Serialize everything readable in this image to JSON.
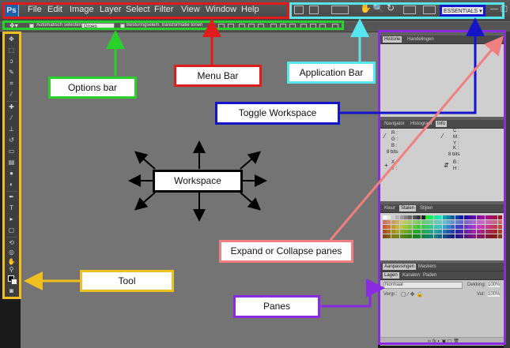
{
  "app": {
    "logo": "Ps"
  },
  "menu": [
    "File",
    "Edit",
    "Image",
    "Layer",
    "Select",
    "Filter",
    "View",
    "Window",
    "Help"
  ],
  "app_bar": {
    "workspace_switcher": "ESSENTIALS ▾"
  },
  "options_bar": {
    "auto_select_label": "Automatisch selecteren:",
    "auto_select_value": "Groep",
    "transform_controls_label": "Besturingselem. transformatie tonen"
  },
  "panes": {
    "group1_tabs": [
      "Historie",
      "Handelingen"
    ],
    "group2_tabs": [
      "Navigator",
      "Histogram",
      "Info"
    ],
    "info_left": [
      "R :",
      "G :",
      "B :",
      "8 bits",
      "X :",
      "Y :"
    ],
    "info_right": [
      "C :",
      "M :",
      "Y :",
      "K :",
      "8 bits",
      "B :",
      "H :"
    ],
    "group3_tabs": [
      "Kleur",
      "Stalen",
      "Stijlen"
    ],
    "group4_tabs": [
      "Aanpassingen",
      "Maskers"
    ],
    "group5_tabs": [
      "Lagen",
      "Kanalen",
      "Paden"
    ],
    "blend_mode": "Normaal",
    "opacity_label": "Dekking:",
    "opacity_value": "100%",
    "lock_label": "Vergr.:",
    "fill_label": "Vul:",
    "fill_value": "100%"
  },
  "annotations": {
    "options_bar": "Options bar",
    "menu_bar": "Menu Bar",
    "application_bar": "Application  Bar",
    "toggle_workspace": "Toggle  Workspace",
    "workspace": "Workspace",
    "expand_collapse": "Expand or Collapse panes",
    "tool": "Tool",
    "panes": "Panes"
  },
  "colors": {
    "menu_bar": "#e01b1b",
    "options_bar": "#2bd12b",
    "application_bar": "#58e6ee",
    "toggle_workspace": "#1515c8",
    "tool": "#f0c020",
    "panes": "#8a2be2",
    "expand_collapse": "#f08080",
    "workspace": "#000000"
  },
  "icons": {
    "tools": [
      "move-icon",
      "marquee-icon",
      "lasso-icon",
      "quick-select-icon",
      "crop-icon",
      "eyedropper-icon",
      "healing-icon",
      "brush-icon",
      "clone-stamp-icon",
      "history-brush-icon",
      "eraser-icon",
      "gradient-icon",
      "blur-icon",
      "dodge-icon",
      "pen-icon",
      "type-icon",
      "path-select-icon",
      "shape-icon",
      "3d-rotate-icon",
      "3d-orbit-icon",
      "hand-icon",
      "zoom-icon"
    ]
  }
}
